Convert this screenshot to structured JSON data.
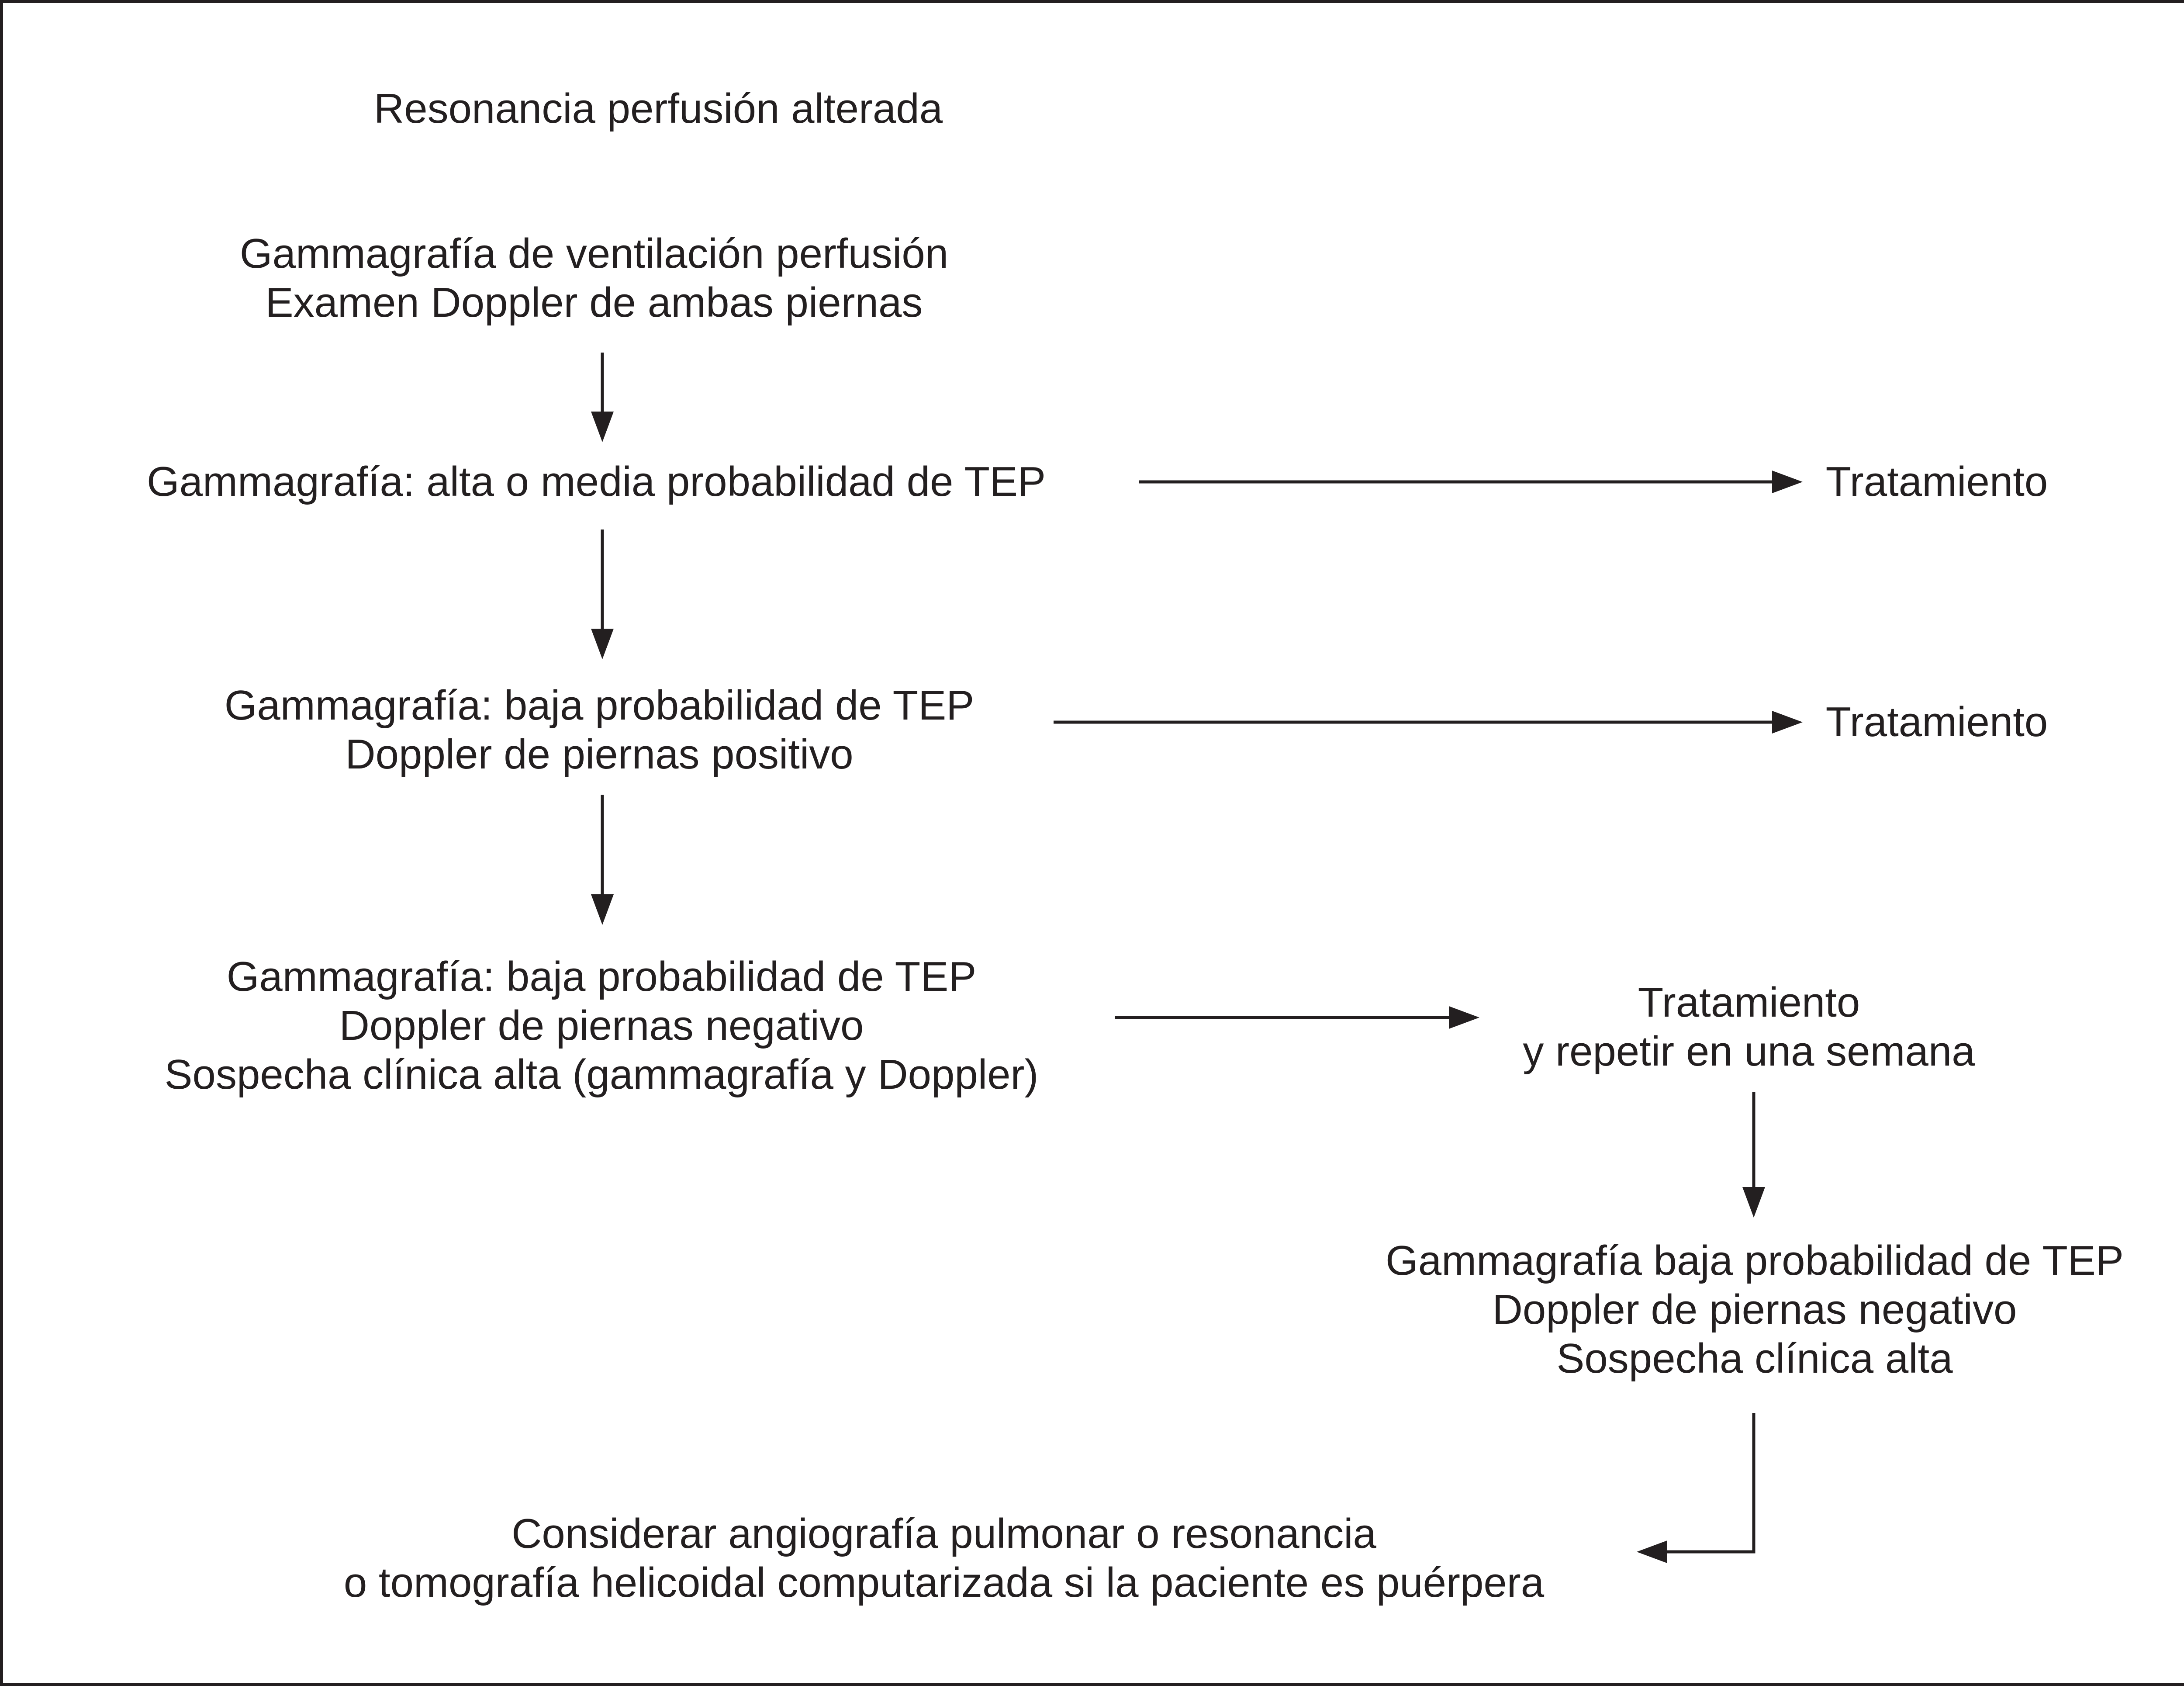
{
  "colors": {
    "ink": "#231f20",
    "background": "#ffffff"
  },
  "nodes": {
    "resonancia": {
      "lines": [
        "Resonancia perfusión alterada"
      ]
    },
    "gammagrafia_vp": {
      "lines": [
        "Gammagrafía de ventilación perfusión",
        "Examen Doppler de ambas piernas"
      ]
    },
    "alta_media": {
      "lines": [
        "Gammagrafía: alta o media probabilidad de TEP"
      ]
    },
    "tratamiento_1": {
      "lines": [
        "Tratamiento"
      ]
    },
    "baja_positivo": {
      "lines": [
        "Gammagrafía: baja probabilidad de TEP",
        "Doppler de piernas positivo"
      ]
    },
    "tratamiento_2": {
      "lines": [
        "Tratamiento"
      ]
    },
    "baja_negativo": {
      "lines": [
        "Gammagrafía: baja probabilidad de TEP",
        "Doppler de piernas negativo",
        "Sospecha clínica alta (gammagrafía y Doppler)"
      ]
    },
    "tratamiento_repetir": {
      "lines": [
        "Tratamiento",
        "y repetir en una semana"
      ]
    },
    "baja_negativo_2": {
      "lines": [
        "Gammagrafía baja probabilidad de TEP",
        "Doppler de piernas negativo",
        "Sospecha clínica alta"
      ]
    },
    "considerar": {
      "lines": [
        "Considerar angiografía pulmonar o resonancia",
        "o tomografía helicoidal computarizada si la paciente es puérpera"
      ]
    }
  }
}
